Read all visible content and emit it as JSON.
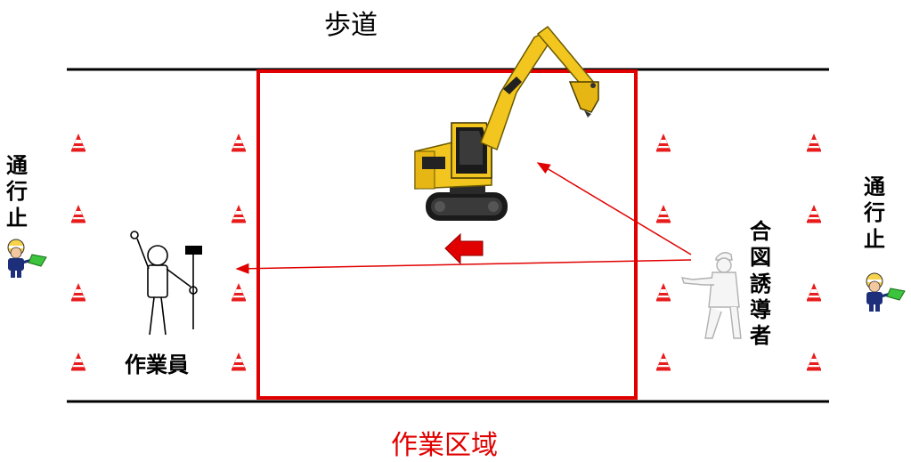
{
  "labels": {
    "sidewalk": "歩道",
    "work_area": "作業区域",
    "worker": "作業員",
    "road_closed": "通行止",
    "signal_guide": "合図誘導者"
  },
  "colors": {
    "work_area_frame": "#e10000",
    "arrow": "#e10000",
    "excavator_body": "#f2c61f",
    "cone_stripe": "#e81c1c",
    "road_edge": "#000000"
  },
  "icons": {
    "cone": "traffic-cone-icon",
    "flagger": "flag-person-icon",
    "excavator": "excavator-icon",
    "worker": "worker-stick-figure-icon",
    "guide": "signal-guide-person-icon"
  }
}
